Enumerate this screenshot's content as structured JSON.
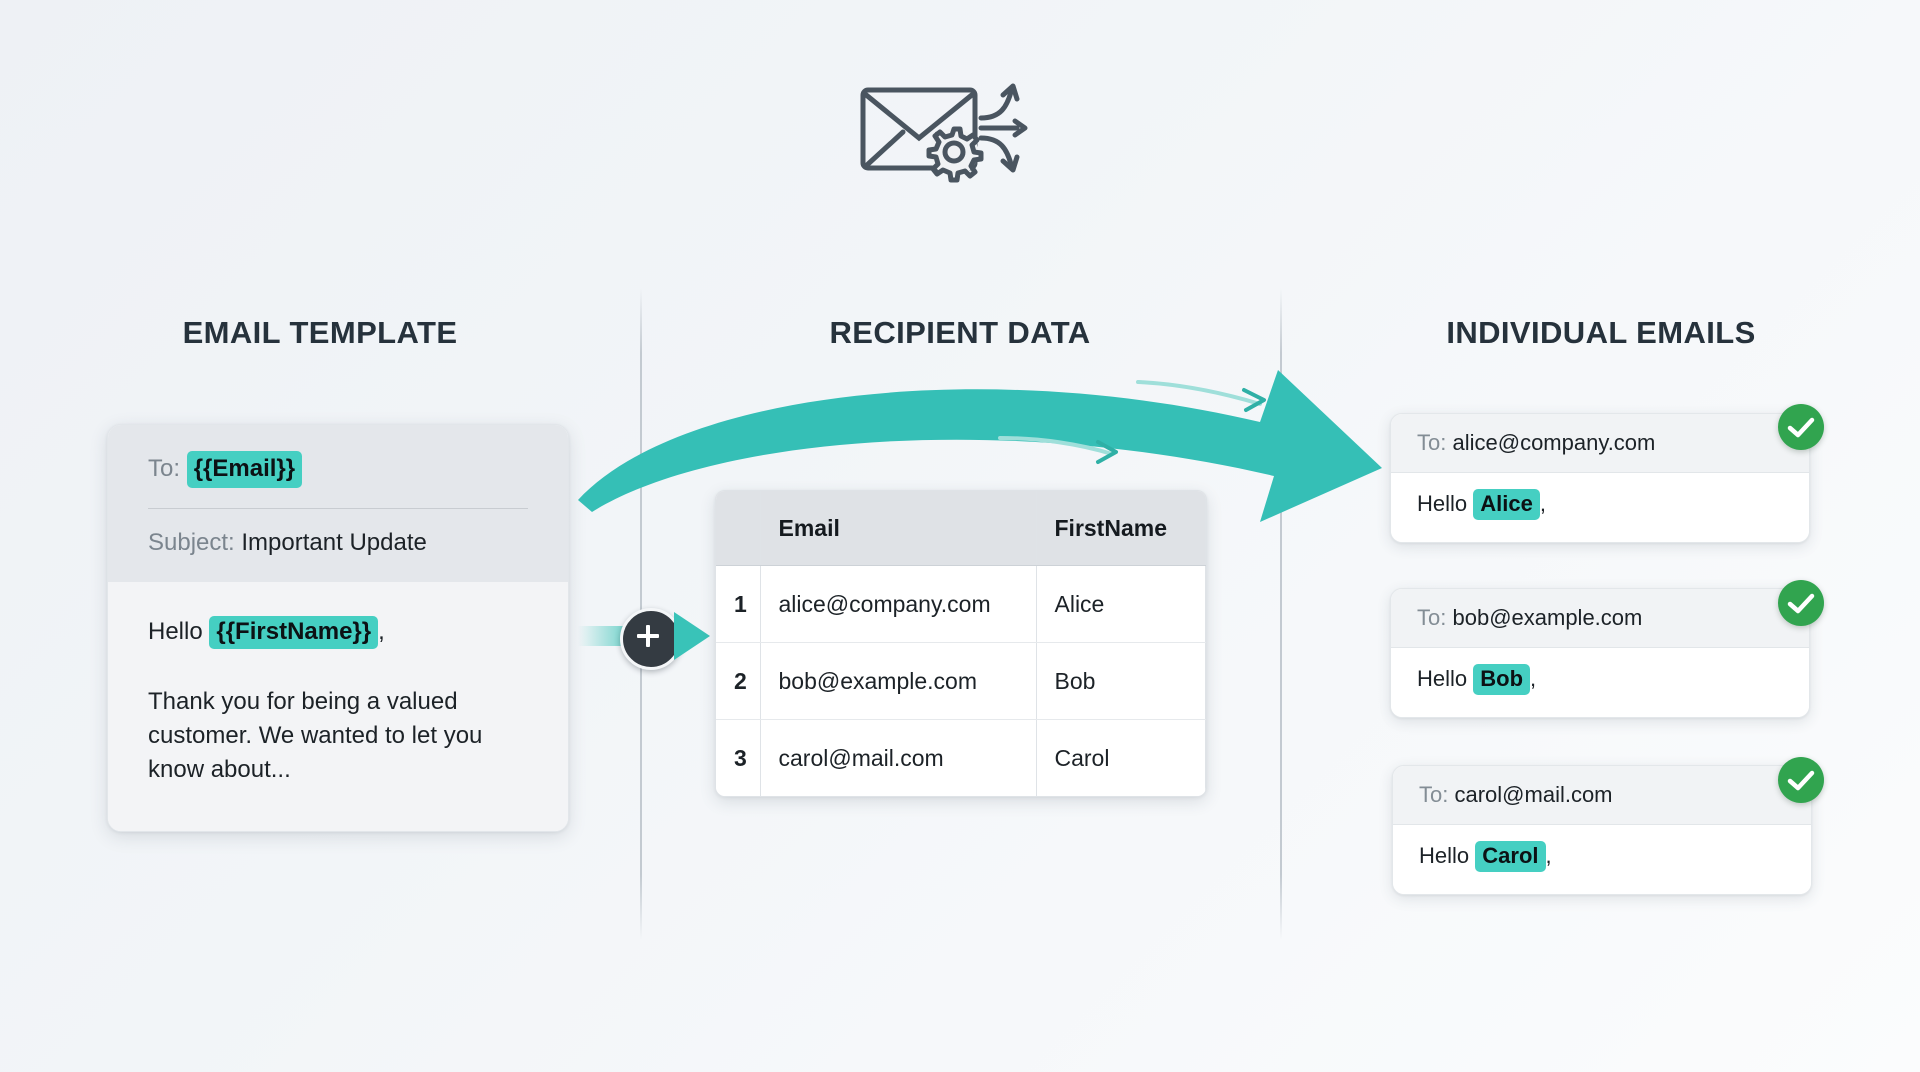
{
  "theme": {
    "accent_teal": "#35bfb6",
    "highlight_teal": "#45cfc2",
    "success_green": "#31a44f",
    "ink": "#1c2227",
    "muted": "#7b858e",
    "background": "#eef1f5"
  },
  "header": {
    "icon": "envelope-gear-arrows-icon"
  },
  "columns": [
    {
      "key": "template",
      "title": "EMAIL TEMPLATE"
    },
    {
      "key": "recipients",
      "title": "RECIPIENT DATA"
    },
    {
      "key": "outputs",
      "title": "INDIVIDUAL EMAILS"
    }
  ],
  "template_card": {
    "to_label": "To:",
    "to_token": "{{Email}}",
    "subject_label": "Subject:",
    "subject_value": "Important Update",
    "greeting_prefix": "Hello",
    "greeting_token": "{{FirstName}}",
    "greeting_suffix": ",",
    "body_text": "Thank you for being a valued customer. We wanted to let you know about..."
  },
  "merge_node": {
    "icon": "plus-icon",
    "arrow": "arrow-right-icon"
  },
  "flow_arrow": {
    "icon": "curved-arrow-right-icon",
    "motion_lines": 2
  },
  "recipient_table": {
    "headers": [
      "",
      "Email",
      "FirstName"
    ],
    "rows": [
      {
        "num": "1",
        "email": "alice@company.com",
        "first_name": "Alice"
      },
      {
        "num": "2",
        "email": "bob@example.com",
        "first_name": "Bob"
      },
      {
        "num": "3",
        "email": "carol@mail.com",
        "first_name": "Carol"
      }
    ]
  },
  "output_emails": [
    {
      "to_label": "To:",
      "to_value": "alice@company.com",
      "greeting_prefix": "Hello",
      "greeting_name": "Alice",
      "greeting_suffix": ",",
      "status_icon": "check-circle-icon"
    },
    {
      "to_label": "To:",
      "to_value": "bob@example.com",
      "greeting_prefix": "Hello",
      "greeting_name": "Bob",
      "greeting_suffix": ",",
      "status_icon": "check-circle-icon"
    },
    {
      "to_label": "To:",
      "to_value": "carol@mail.com",
      "greeting_prefix": "Hello",
      "greeting_name": "Carol",
      "greeting_suffix": ",",
      "status_icon": "check-circle-icon"
    }
  ]
}
